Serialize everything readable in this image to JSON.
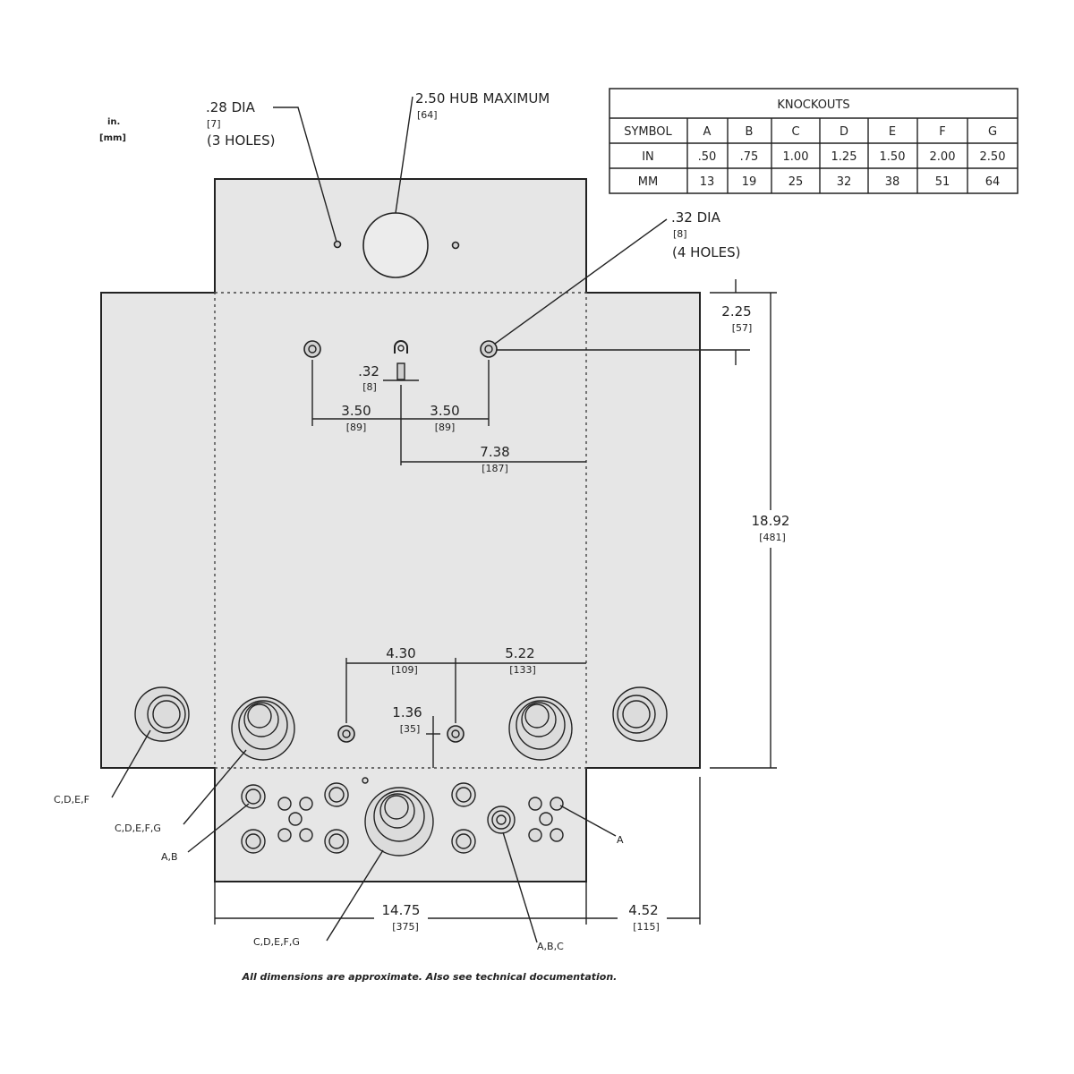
{
  "units": {
    "inch": "in.",
    "mm": "[mm]"
  },
  "callouts": {
    "dia_28": {
      "value": ".28  DIA",
      "mm": "[7]",
      "qty": "(3  HOLES)"
    },
    "hub": {
      "value": "2.50  HUB  MAXIMUM",
      "mm": "[64]"
    },
    "dia_32": {
      "value": ".32  DIA",
      "mm": "[8]",
      "qty": "(4  HOLES)"
    }
  },
  "knockouts_table": {
    "title": "KNOCKOUTS",
    "symbol_label": "SYMBOL",
    "symbols": [
      "A",
      "B",
      "C",
      "D",
      "E",
      "F",
      "G"
    ],
    "in_label": "IN",
    "in_values": [
      ".50",
      ".75",
      "1.00",
      "1.25",
      "1.50",
      "2.00",
      "2.50"
    ],
    "mm_label": "MM",
    "mm_values": [
      "13",
      "19",
      "25",
      "32",
      "38",
      "51",
      "64"
    ]
  },
  "dimensions": {
    "keyhole_slot": {
      "in": ".32",
      "mm": "[8]"
    },
    "left_spacing": {
      "in": "3.50",
      "mm": "[89]"
    },
    "right_spacing": {
      "in": "3.50",
      "mm": "[89]"
    },
    "to_edge": {
      "in": "7.38",
      "mm": "[187]"
    },
    "top_offset": {
      "in": "2.25",
      "mm": "[57]"
    },
    "height": {
      "in": "18.92",
      "mm": "[481]"
    },
    "bottom_left": {
      "in": "4.30",
      "mm": "[109]"
    },
    "bottom_right": {
      "in": "5.22",
      "mm": "[133]"
    },
    "bottom_up": {
      "in": "1.36",
      "mm": "[35]"
    },
    "width": {
      "in": "14.75",
      "mm": "[375]"
    },
    "depth": {
      "in": "4.52",
      "mm": "[115]"
    }
  },
  "knockout_labels": {
    "left_side": "C,D,E,F",
    "left_bottom": "C,D,E,F,G",
    "left_small": "A,B",
    "center": "C,D,E,F,G",
    "right_small": "A",
    "right_center": "A,B,C"
  },
  "footnote": "All dimensions are approximate. Also see technical documentation."
}
